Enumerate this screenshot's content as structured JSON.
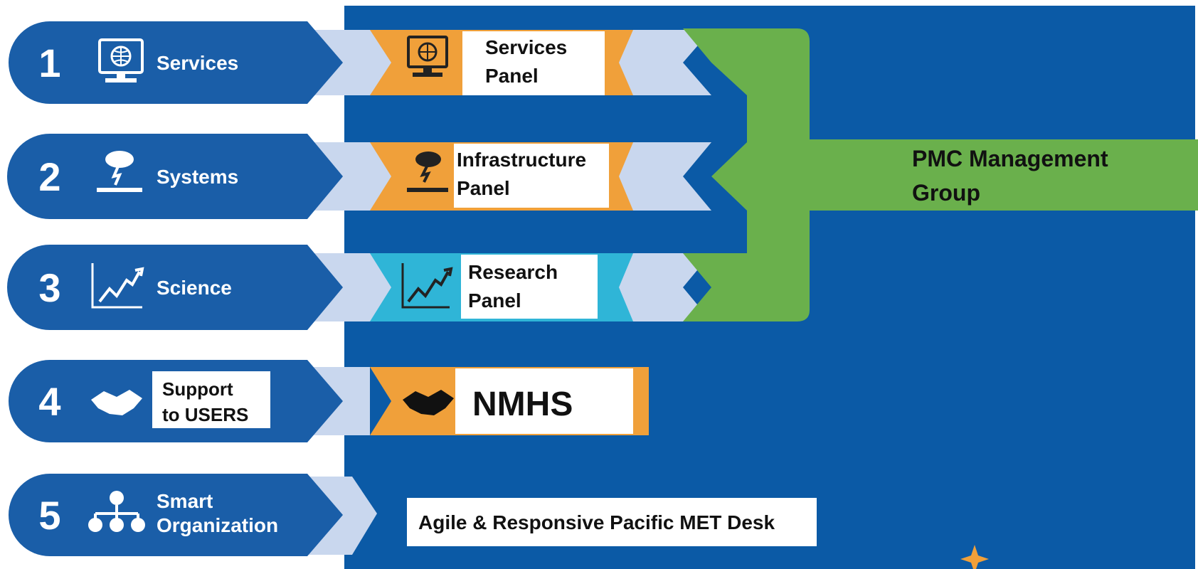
{
  "rows": [
    {
      "number": "1",
      "label_lines": [
        "Services"
      ],
      "icon": "computer-globe-icon",
      "panel_lines": [
        "Services",
        "Panel"
      ],
      "panel_icon": "computer-globe-icon"
    },
    {
      "number": "2",
      "label_lines": [
        "Systems"
      ],
      "icon": "weather-systems-icon",
      "panel_lines": [
        "Infrastructure",
        "Panel"
      ],
      "panel_icon": "weather-systems-icon"
    },
    {
      "number": "3",
      "label_lines": [
        "Science"
      ],
      "icon": "trend-chart-icon",
      "panel_lines": [
        "Research",
        "Panel"
      ],
      "panel_icon": "trend-chart-icon"
    },
    {
      "number": "4",
      "label_lines": [
        "Support",
        "to USERS"
      ],
      "icon": "handshake-icon",
      "panel_lines": [
        "NMHS"
      ],
      "panel_icon": "handshake-icon"
    },
    {
      "number": "5",
      "label_lines": [
        "Smart",
        "Organization"
      ],
      "icon": "org-chart-icon",
      "panel_lines": [
        "Agile & Responsive Pacific MET Desk"
      ]
    }
  ],
  "management_group": {
    "lines": [
      "PMC Management",
      "Group"
    ]
  },
  "colors": {
    "navy": "#0b5aa6",
    "row_blue": "#1a5ea8",
    "light_blue": "#c9d7ee",
    "orange": "#f0a03a",
    "cyan": "#2fb5d7",
    "green": "#6ab04c",
    "white": "#ffffff",
    "dark_text": "#111111"
  }
}
